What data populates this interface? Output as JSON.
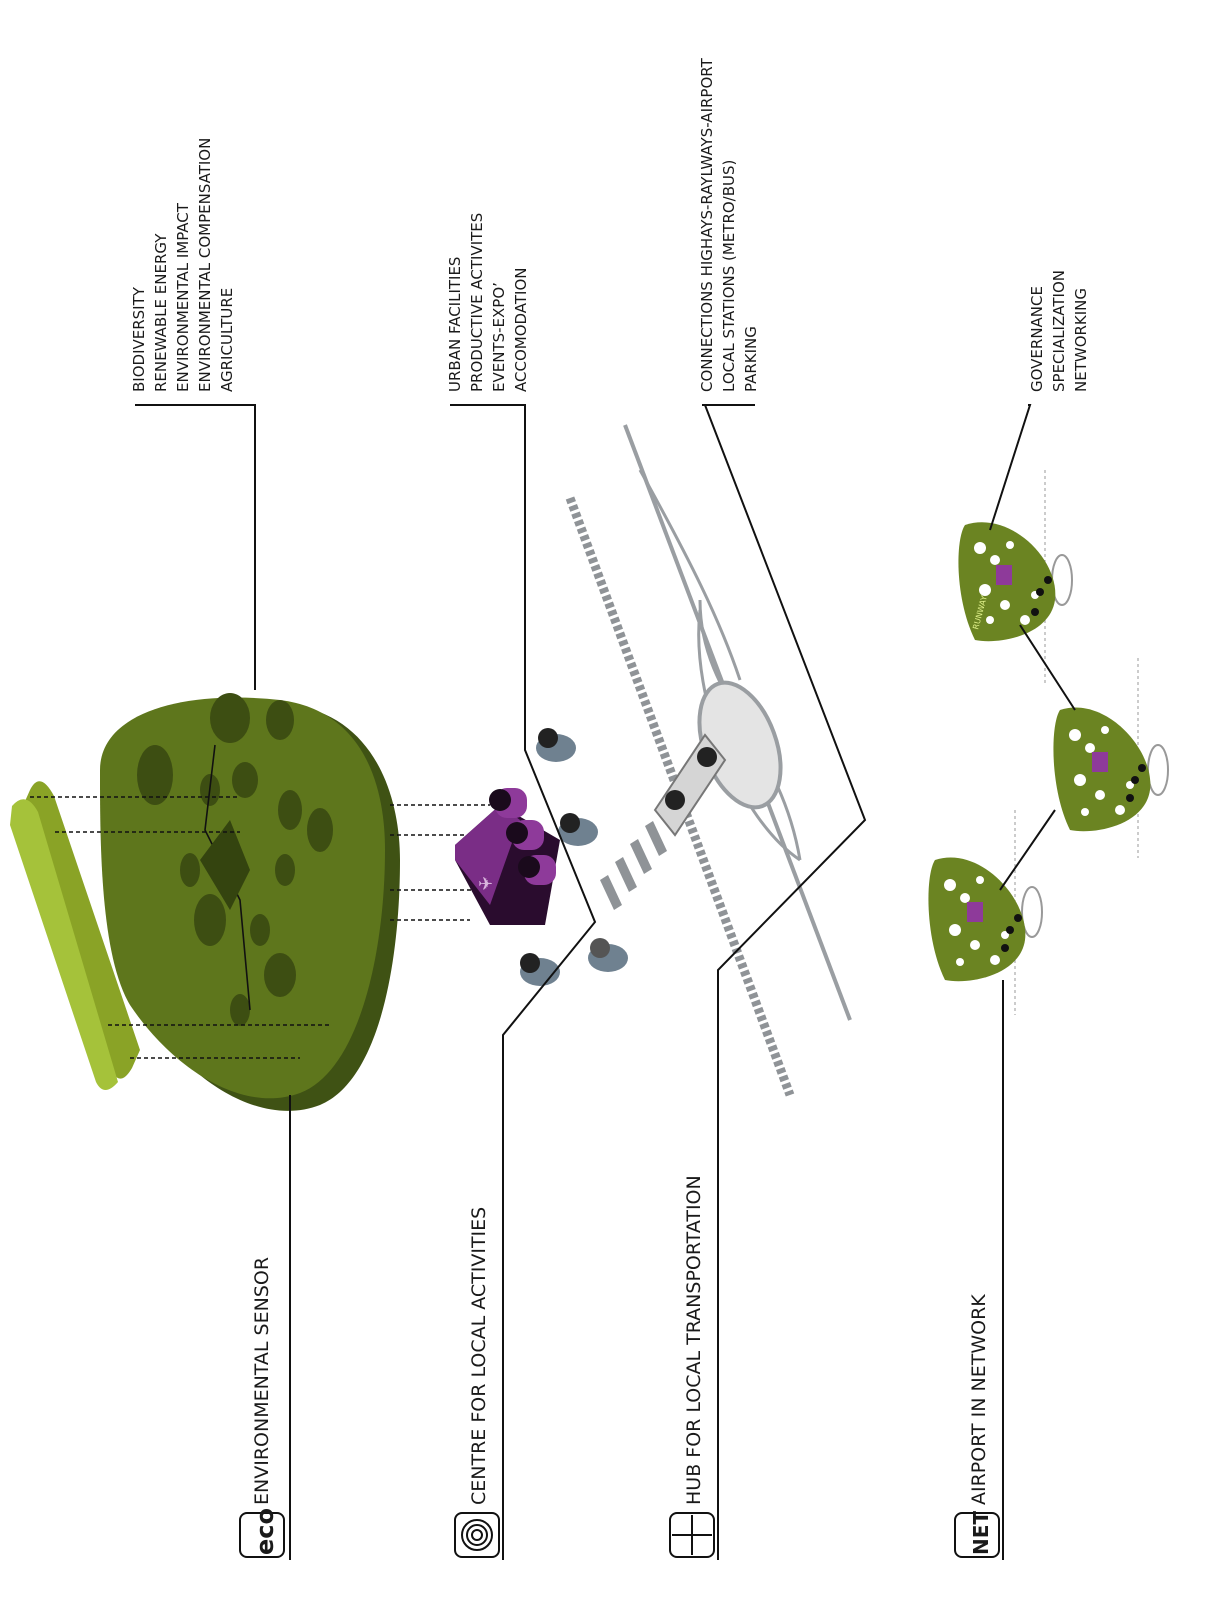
{
  "sections": [
    {
      "id": "eco",
      "badge": "eco",
      "title": "ENVIRONMENTAL SENSOR",
      "items": [
        "BIODIVERSITY",
        "RENEWABLE ENERGY",
        "ENVIRONMENTAL IMPACT",
        "ENVIRONMENTAL COMPENSATION",
        "AGRICULTURE"
      ]
    },
    {
      "id": "centre",
      "badge": "",
      "title": "CENTRE FOR LOCAL ACTIVITIES",
      "items": [
        "URBAN FACILITIES",
        "PRODUCTIVE ACTIVITES",
        "EVENTS-EXPO’",
        "ACCOMODATION"
      ]
    },
    {
      "id": "hub",
      "badge": "",
      "title": "HUB FOR LOCAL TRANSPORTATION",
      "items": [
        "CONNECTIONS HIGHAYS-RAYLWAYS-AIRPORT",
        "LOCAL STATIONS (METRO/BUS)",
        "PARKING"
      ]
    },
    {
      "id": "net",
      "badge": "NET",
      "title": "AIRPORT IN NETWORK",
      "items": [
        "GOVERNANCE",
        "SPECIALIZATION",
        "NETWORKING"
      ]
    }
  ],
  "network_node_label": "RUNWAY",
  "colors": {
    "dark_green": "#4e6418",
    "mid_green": "#6b8422",
    "lime": "#9bb52a",
    "badge_lime": "#a8c83a",
    "purple": "#7a2d86",
    "grey": "#8f9397",
    "steel": "#6f8190"
  }
}
